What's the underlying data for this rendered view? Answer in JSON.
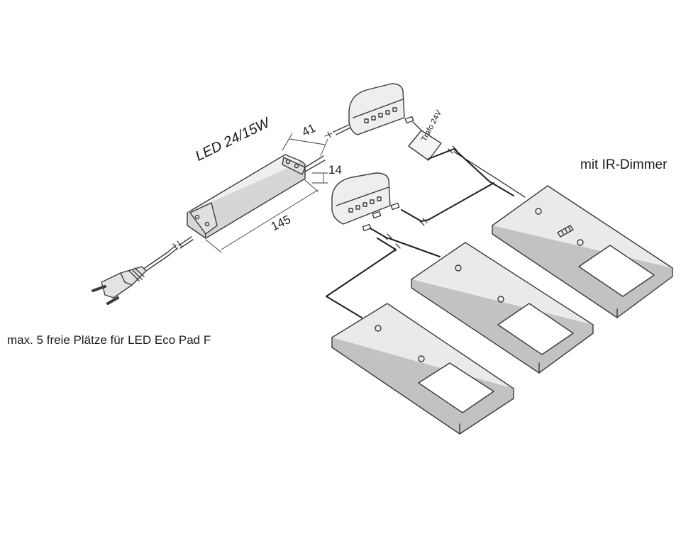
{
  "labels": {
    "model": "LED 24/15W",
    "dim_width": "41",
    "dim_height": "14",
    "dim_length": "145",
    "caption_left": "max. 5 freie Plätze für LED Eco Pad F",
    "caption_right": "mit IR-Dimmer",
    "trafo_tag": "Trafo 24V"
  },
  "colors": {
    "line": "#3a3a3a",
    "panel_top": "#e9e9e9",
    "panel_side": "#bdbdbd",
    "box_fill": "#e6e6e6",
    "cable": "#1e1e1e"
  }
}
